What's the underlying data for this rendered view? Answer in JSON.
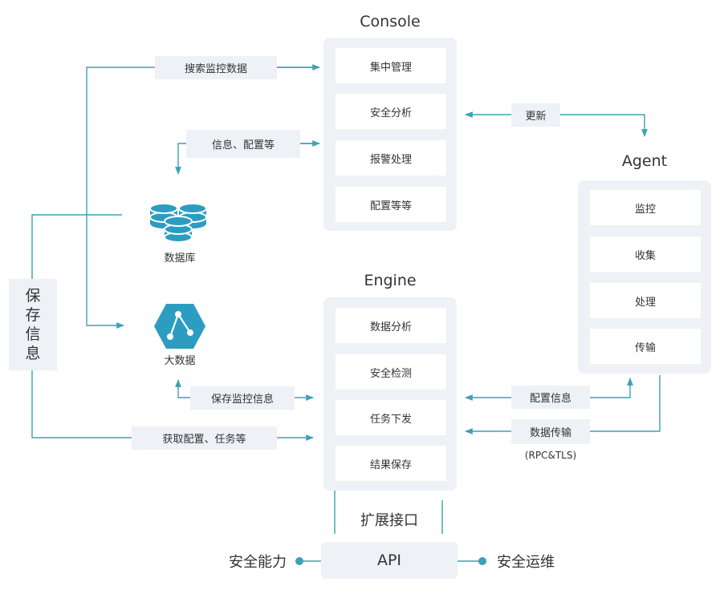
{
  "console": {
    "title": "Console",
    "items": [
      "集中管理",
      "安全分析",
      "报警处理",
      "配置等等"
    ]
  },
  "engine": {
    "title": "Engine",
    "items": [
      "数据分析",
      "安全检测",
      "任务下发",
      "结果保存"
    ]
  },
  "agent": {
    "title": "Agent",
    "items": [
      "监控",
      "收集",
      "处理",
      "传输"
    ]
  },
  "labels": {
    "search_monitor_data": "搜索监控数据",
    "info_config": "信息、配置等",
    "database": "数据库",
    "bigdata": "大数据",
    "save_monitor_info": "保存监控信息",
    "get_config_tasks": "获取配置、任务等",
    "update": "更新",
    "config_info": "配置信息",
    "data_transfer": "数据传输",
    "rpc_tls": "(RPC&TLS)",
    "extension_interface": "扩展接口",
    "api": "API",
    "security_capability": "安全能力",
    "security_ops": "安全运维",
    "save_info_chars": [
      "保",
      "存",
      "信",
      "息"
    ]
  },
  "colors": {
    "line": "#3aa3b4",
    "accent": "#2c9dc0",
    "panel": "#eef1f6"
  },
  "icons": {
    "database": "database-icon",
    "bigdata": "bigdata-hexagon-icon"
  }
}
